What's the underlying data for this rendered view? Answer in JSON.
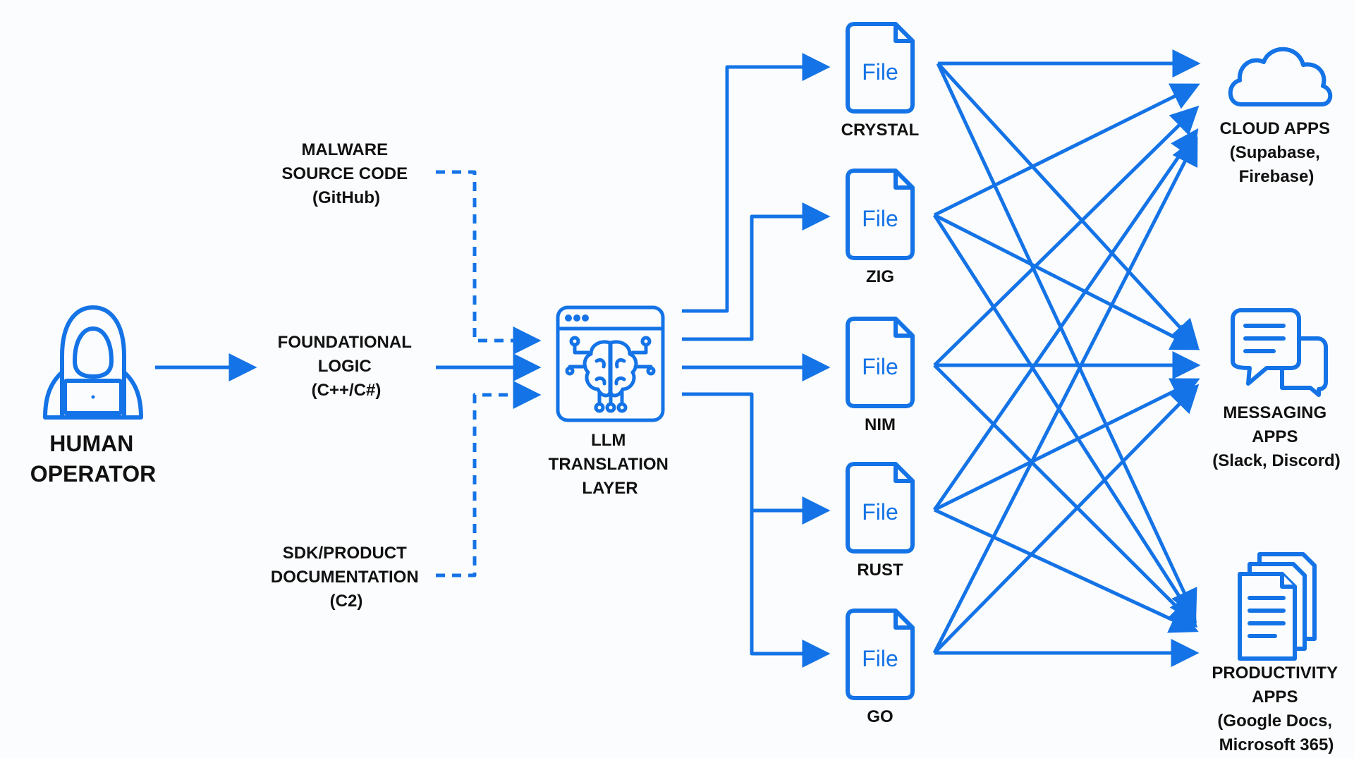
{
  "colors": {
    "accent": "#1473e6",
    "text": "#111111"
  },
  "human_operator": {
    "icon": "hooded-hacker-icon",
    "lines": [
      "HUMAN",
      "OPERATOR"
    ]
  },
  "inputs": {
    "malware": [
      "MALWARE",
      "SOURCE CODE",
      "(GitHub)"
    ],
    "foundational": [
      "FOUNDATIONAL",
      "LOGIC",
      "(C++/C#)"
    ],
    "sdk": [
      "SDK/PRODUCT",
      "DOCUMENTATION",
      "(C2)"
    ]
  },
  "llm": {
    "icon": "ai-brain-chip-icon",
    "lines": [
      "LLM",
      "TRANSLATION",
      "LAYER"
    ]
  },
  "file_word": "File",
  "languages": [
    {
      "icon": "file-icon",
      "label": "CRYSTAL"
    },
    {
      "icon": "file-icon",
      "label": "ZIG"
    },
    {
      "icon": "file-icon",
      "label": "NIM"
    },
    {
      "icon": "file-icon",
      "label": "RUST"
    },
    {
      "icon": "file-icon",
      "label": "GO"
    }
  ],
  "targets": [
    {
      "icon": "cloud-icon",
      "lines": [
        "CLOUD APPS",
        "(Supabase,",
        "Firebase)"
      ]
    },
    {
      "icon": "chat-bubbles-icon",
      "lines": [
        "MESSAGING",
        "APPS",
        "(Slack, Discord)"
      ]
    },
    {
      "icon": "documents-icon",
      "lines": [
        "PRODUCTIVITY",
        "APPS",
        "(Google Docs,",
        "Microsoft 365)"
      ]
    }
  ]
}
